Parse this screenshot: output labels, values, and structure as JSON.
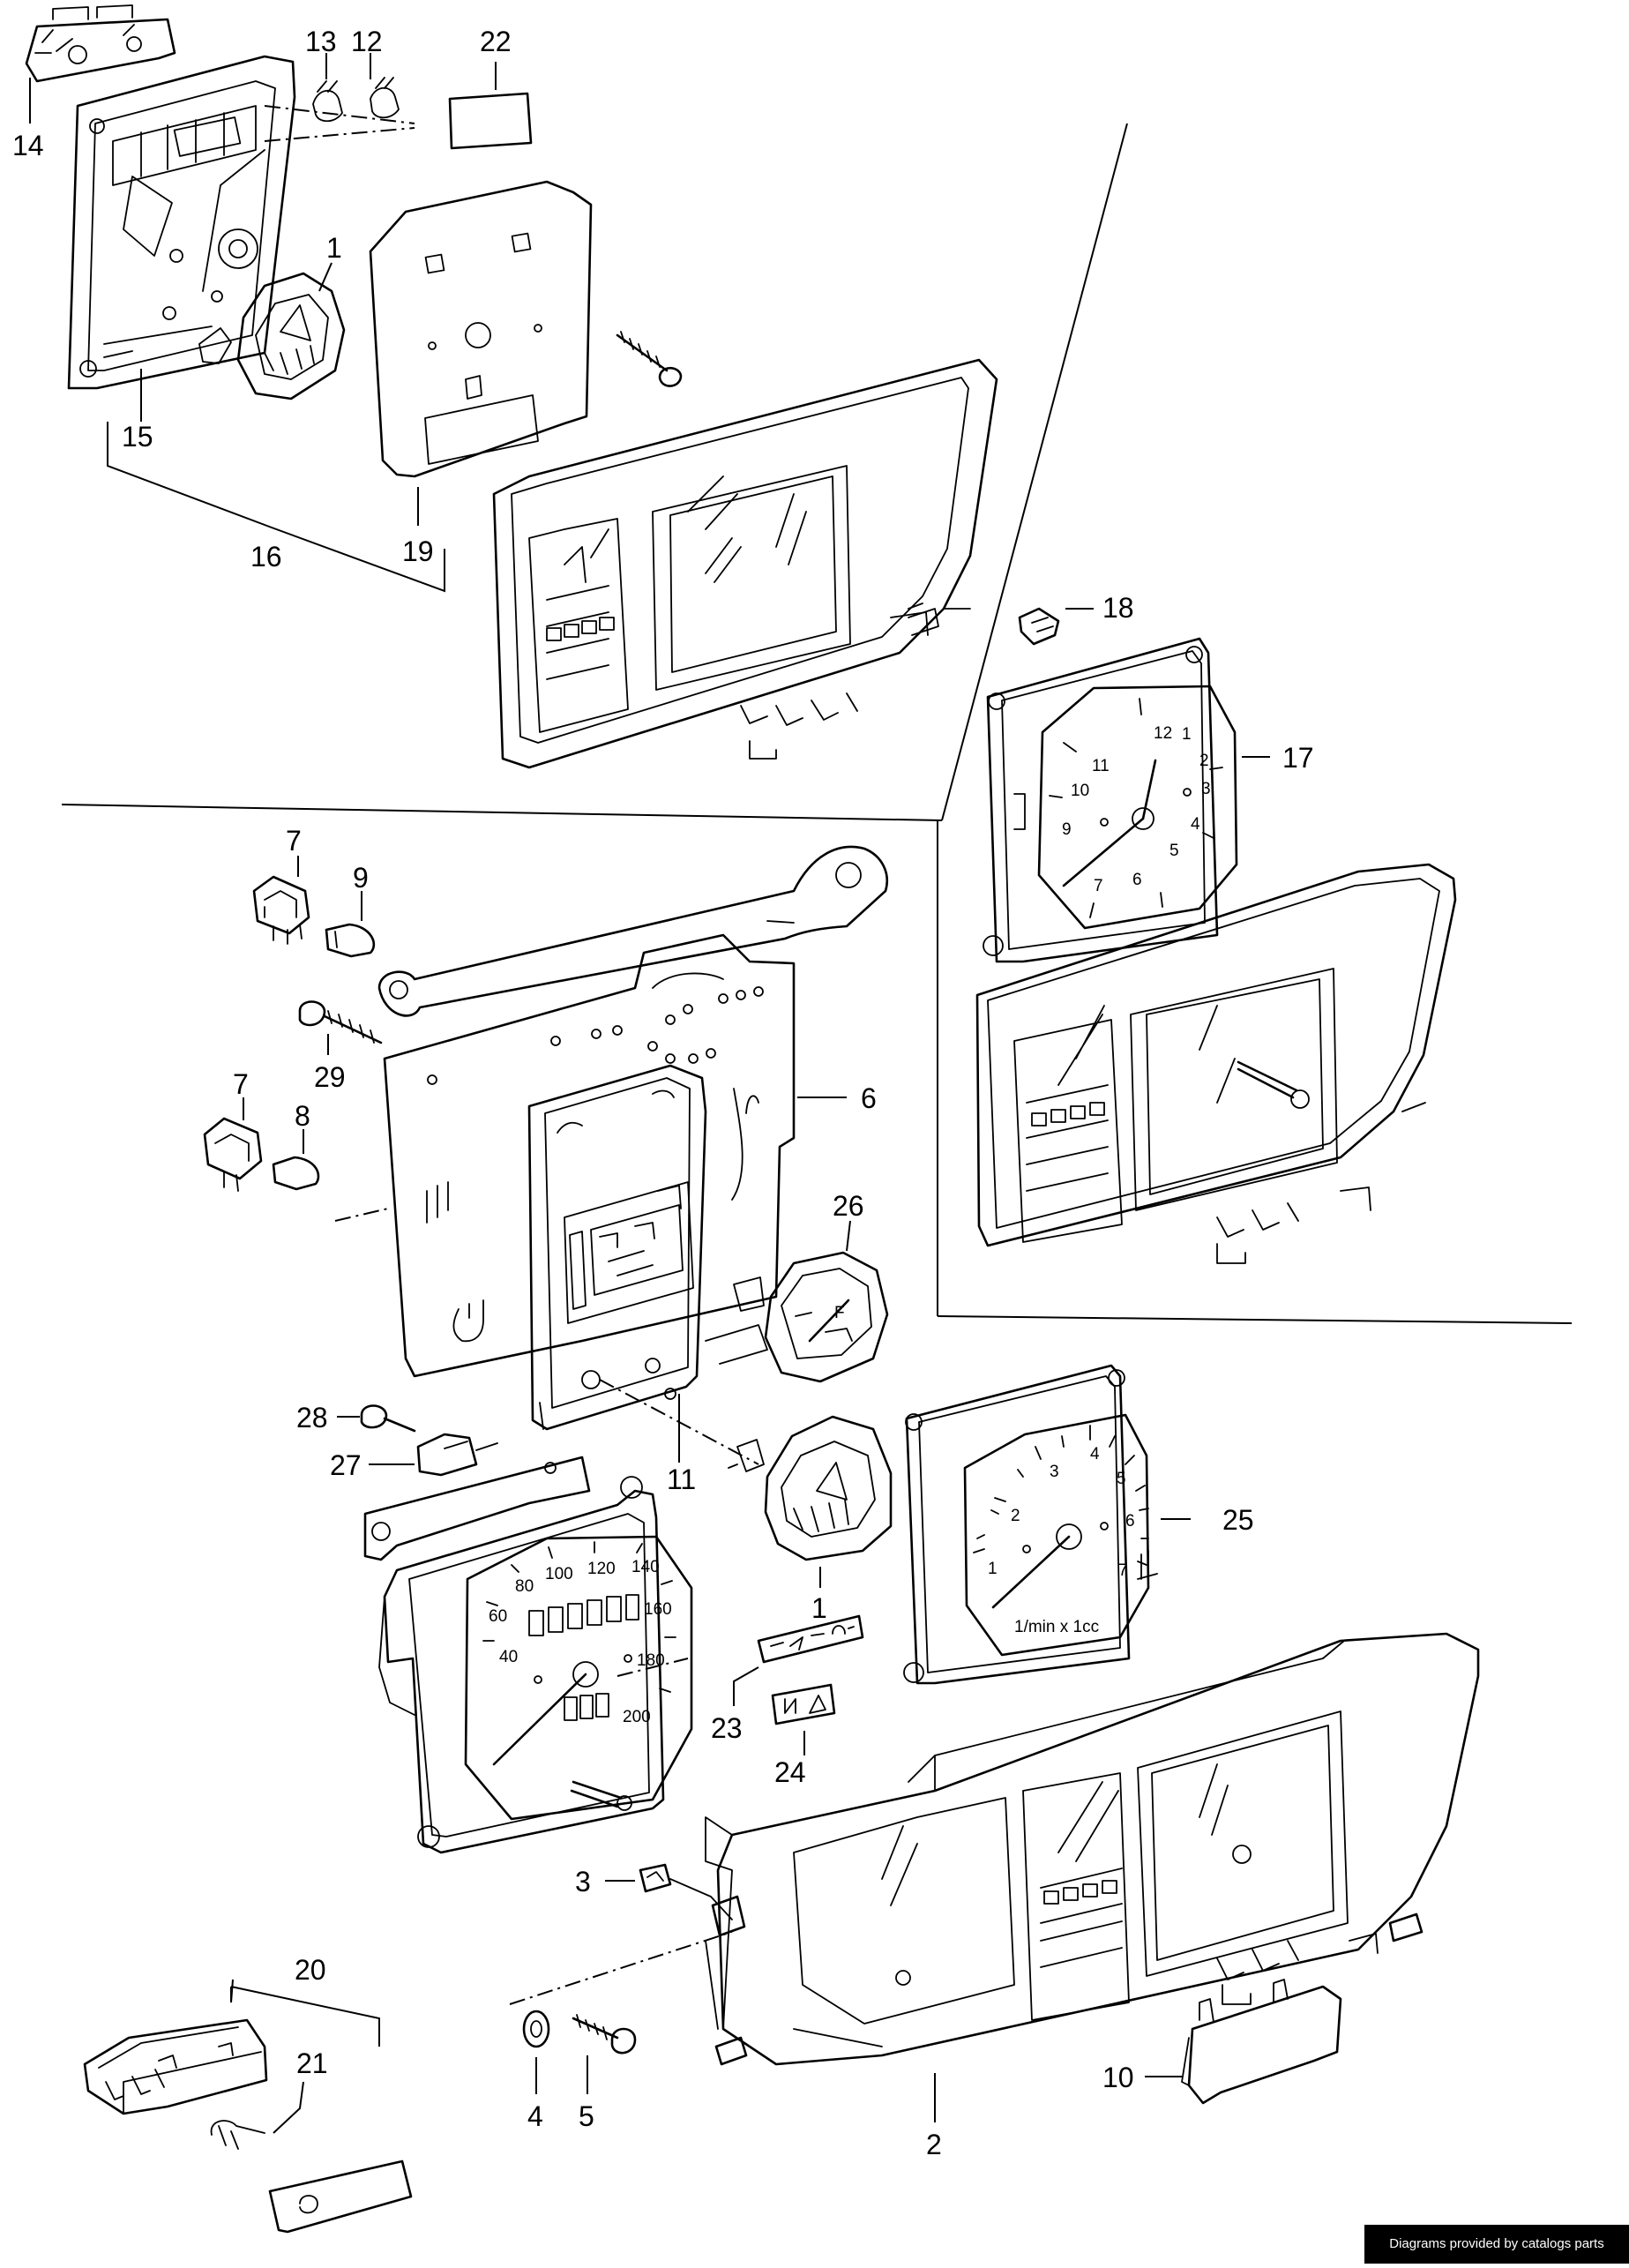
{
  "diagram": {
    "callouts": [
      {
        "id": "c14",
        "text": "14"
      },
      {
        "id": "c13",
        "text": "13"
      },
      {
        "id": "c12",
        "text": "12"
      },
      {
        "id": "c22",
        "text": "22"
      },
      {
        "id": "c1a",
        "text": "1"
      },
      {
        "id": "c15",
        "text": "15"
      },
      {
        "id": "c16",
        "text": "16"
      },
      {
        "id": "c19",
        "text": "19"
      },
      {
        "id": "c18",
        "text": "18"
      },
      {
        "id": "c17",
        "text": "17"
      },
      {
        "id": "c7a",
        "text": "7"
      },
      {
        "id": "c9",
        "text": "9"
      },
      {
        "id": "c29",
        "text": "29"
      },
      {
        "id": "c6",
        "text": "6"
      },
      {
        "id": "c7b",
        "text": "7"
      },
      {
        "id": "c8",
        "text": "8"
      },
      {
        "id": "c26",
        "text": "26"
      },
      {
        "id": "c28",
        "text": "28"
      },
      {
        "id": "c27",
        "text": "27"
      },
      {
        "id": "c11",
        "text": "11"
      },
      {
        "id": "c25",
        "text": "25"
      },
      {
        "id": "c1b",
        "text": "1"
      },
      {
        "id": "c23",
        "text": "23"
      },
      {
        "id": "c24",
        "text": "24"
      },
      {
        "id": "c3",
        "text": "3"
      },
      {
        "id": "c20",
        "text": "20"
      },
      {
        "id": "c21",
        "text": "21"
      },
      {
        "id": "c10",
        "text": "10"
      },
      {
        "id": "c4",
        "text": "4"
      },
      {
        "id": "c5",
        "text": "5"
      },
      {
        "id": "c2",
        "text": "2"
      }
    ],
    "clock_numerals": [
      "12",
      "1",
      "2",
      "3",
      "4",
      "5",
      "6",
      "7",
      "9",
      "10",
      "11"
    ],
    "tachometer_numerals": [
      "1",
      "2",
      "3",
      "4",
      "5",
      "6",
      "7"
    ],
    "tachometer_unit": "1/min x 1cc",
    "speedometer_numerals": [
      "40",
      "60",
      "80",
      "100",
      "120",
      "140",
      "160",
      "180",
      "200"
    ],
    "gauge_label_fuel": "F"
  },
  "footer": {
    "credit": "Diagrams provided by catalogs parts"
  }
}
